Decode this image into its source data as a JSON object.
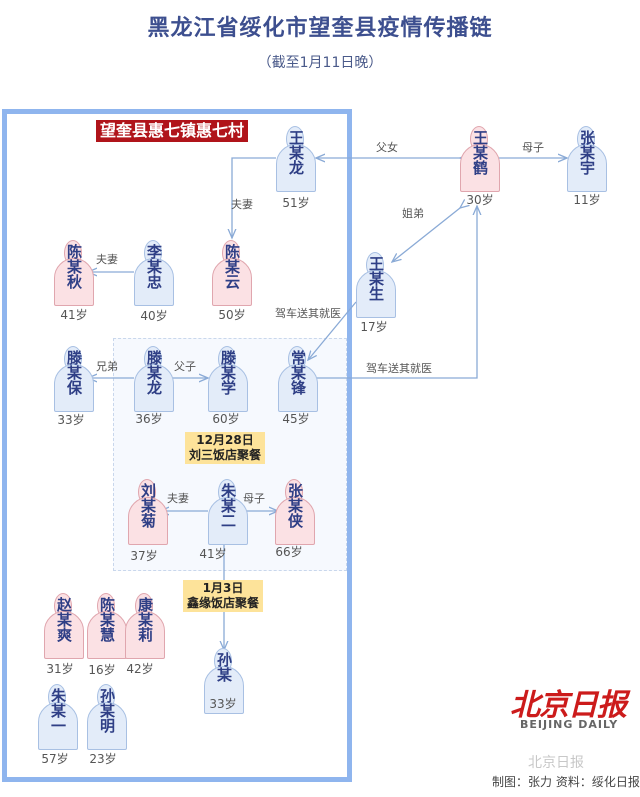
{
  "header": {
    "title": "黑龙江省绥化市望奎县疫情传播链",
    "subtitle": "（截至1月11日晚）"
  },
  "village": {
    "label": "望奎县惠七镇惠七村"
  },
  "colors": {
    "male_fill": "#e3ecf9",
    "female_fill": "#fbe1e4",
    "village_border": "#8fb5ee",
    "label_bg": "#b0141a",
    "event_bg": "#fde39a",
    "line": "#8aaad6"
  },
  "people": [
    {
      "id": "wang_long",
      "name": "王某龙",
      "age": "51岁",
      "gender": "m"
    },
    {
      "id": "wang_he",
      "name": "王某鹤",
      "age": "30岁",
      "gender": "f"
    },
    {
      "id": "zhang_yu",
      "name": "张某宇",
      "age": "11岁",
      "gender": "m"
    },
    {
      "id": "chen_qiu",
      "name": "陈某秋",
      "age": "41岁",
      "gender": "f"
    },
    {
      "id": "li_zhong",
      "name": "李某忠",
      "age": "40岁",
      "gender": "m"
    },
    {
      "id": "chen_yun",
      "name": "陈某云",
      "age": "50岁",
      "gender": "f"
    },
    {
      "id": "wang_sheng",
      "name": "王某生",
      "age": "17岁",
      "gender": "m"
    },
    {
      "id": "teng_bao",
      "name": "滕某保",
      "age": "33岁",
      "gender": "m"
    },
    {
      "id": "teng_long",
      "name": "滕某龙",
      "age": "36岁",
      "gender": "m"
    },
    {
      "id": "teng_xue",
      "name": "滕某学",
      "age": "60岁",
      "gender": "m"
    },
    {
      "id": "chang_feng",
      "name": "常某锋",
      "age": "45岁",
      "gender": "m"
    },
    {
      "id": "liu_ju",
      "name": "刘某菊",
      "age": "37岁",
      "gender": "f"
    },
    {
      "id": "zhu_er",
      "name": "朱某二",
      "age": "41岁",
      "gender": "m"
    },
    {
      "id": "zhang_xia",
      "name": "张某侠",
      "age": "66岁",
      "gender": "f"
    },
    {
      "id": "zhao_shuang",
      "name": "赵某爽",
      "age": "31岁",
      "gender": "f"
    },
    {
      "id": "chen_hui",
      "name": "陈某慧",
      "age": "16岁",
      "gender": "f"
    },
    {
      "id": "kang_li",
      "name": "康某莉",
      "age": "42岁",
      "gender": "f"
    },
    {
      "id": "sun_mou",
      "name": "孙某",
      "age": "33岁",
      "gender": "m"
    },
    {
      "id": "zhu_yi",
      "name": "朱某一",
      "age": "57岁",
      "gender": "m"
    },
    {
      "id": "sun_ming",
      "name": "孙某明",
      "age": "23岁",
      "gender": "m"
    }
  ],
  "relations": {
    "wang_long_wang_he": "父女",
    "wang_he_zhang_yu": "母子",
    "wang_long_chen_yun": "夫妻",
    "wang_he_wang_sheng": "姐弟",
    "chen_qiu_li_zhong": "夫妻",
    "wang_sheng_chang_feng": "驾车送其就医",
    "chang_feng_wang_he": "驾车送其就医",
    "teng_bao_teng_long": "兄弟",
    "teng_long_teng_xue": "父子",
    "zhu_er_liu_ju": "夫妻",
    "zhu_er_zhang_xia": "母子"
  },
  "events": [
    {
      "date": "12月28日",
      "place": "刘三饭店聚餐"
    },
    {
      "date": "1月3日",
      "place": "鑫缘饭店聚餐"
    }
  ],
  "footer": {
    "logo_cn": "北京日报",
    "logo_en": "BEIJING DAILY",
    "watermark": "北京日报",
    "credit": "制图：张力 资料：绥化日报"
  }
}
